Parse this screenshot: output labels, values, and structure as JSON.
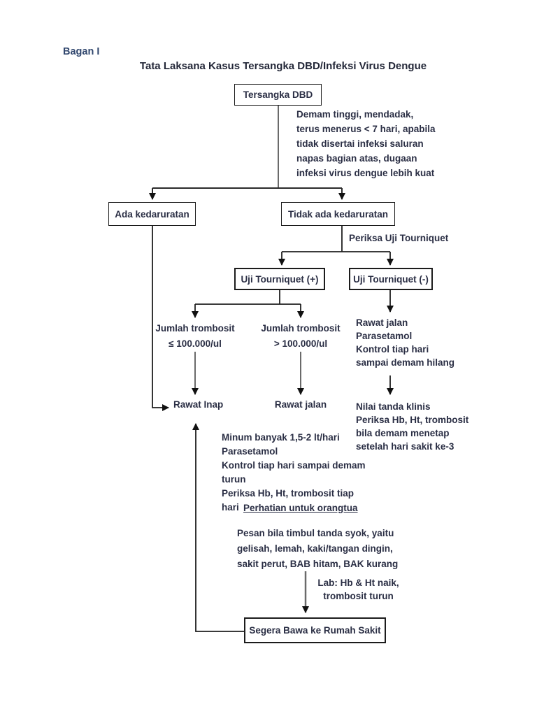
{
  "page": {
    "label": "Bagan I",
    "title": "Tata Laksana Kasus Tersangka DBD/Infeksi Virus Dengue"
  },
  "boxes": {
    "tersangka_dbd": "Tersangka DBD",
    "ada_kedaruratan": "Ada kedaruratan",
    "tidak_ada_kedaruratan": "Tidak ada kedaruratan",
    "uji_tourniquet_pos": "Uji Tourniquet (+)",
    "uji_tourniquet_neg": "Uji Tourniquet (-)",
    "segera_bawa": "Segera Bawa ke Rumah Sakit"
  },
  "labels": {
    "demam_note": "Demam tinggi, mendadak,\nterus menerus < 7 hari, apabila\ntidak disertai infeksi saluran\nnapas bagian atas, dugaan\ninfeksi virus dengue lebih kuat",
    "periksa_uji_tourniquet": "Periksa Uji Tourniquet",
    "trombosit_low": "Jumlah trombosit\n≤ 100.000/ul",
    "trombosit_high": "Jumlah trombosit\n> 100.000/ul",
    "rawat_jalan_note": "Rawat jalan\nParasetamol\nKontrol tiap hari\nsampai demam hilang",
    "rawat_inap": "Rawat Inap",
    "rawat_jalan": "Rawat jalan",
    "nilai_tanda_note": "Nilai tanda klinis\nPeriksa Hb, Ht, trombosit\nbila demam menetap\nsetelah hari sakit ke-3",
    "minum_note": "Minum banyak 1,5-2 lt/hari\nParasetamol\nKontrol tiap hari sampai demam\nturun\nPeriksa Hb, Ht, trombosit tiap\nhari",
    "perhatian_heading": "Perhatian untuk orangtua",
    "pesan_note": "Pesan bila timbul tanda syok, yaitu\ngelisah, lemah, kaki/tangan dingin,\nsakit perut, BAB hitam, BAK kurang",
    "lab_note": "Lab: Hb & Ht naik,\ntrombosit turun"
  },
  "colors": {
    "background": "#ffffff",
    "text": "#2a2e44",
    "line_dark": "#1f1f1f",
    "line_gray": "#6a6a6a",
    "arrowhead": "#111111"
  }
}
